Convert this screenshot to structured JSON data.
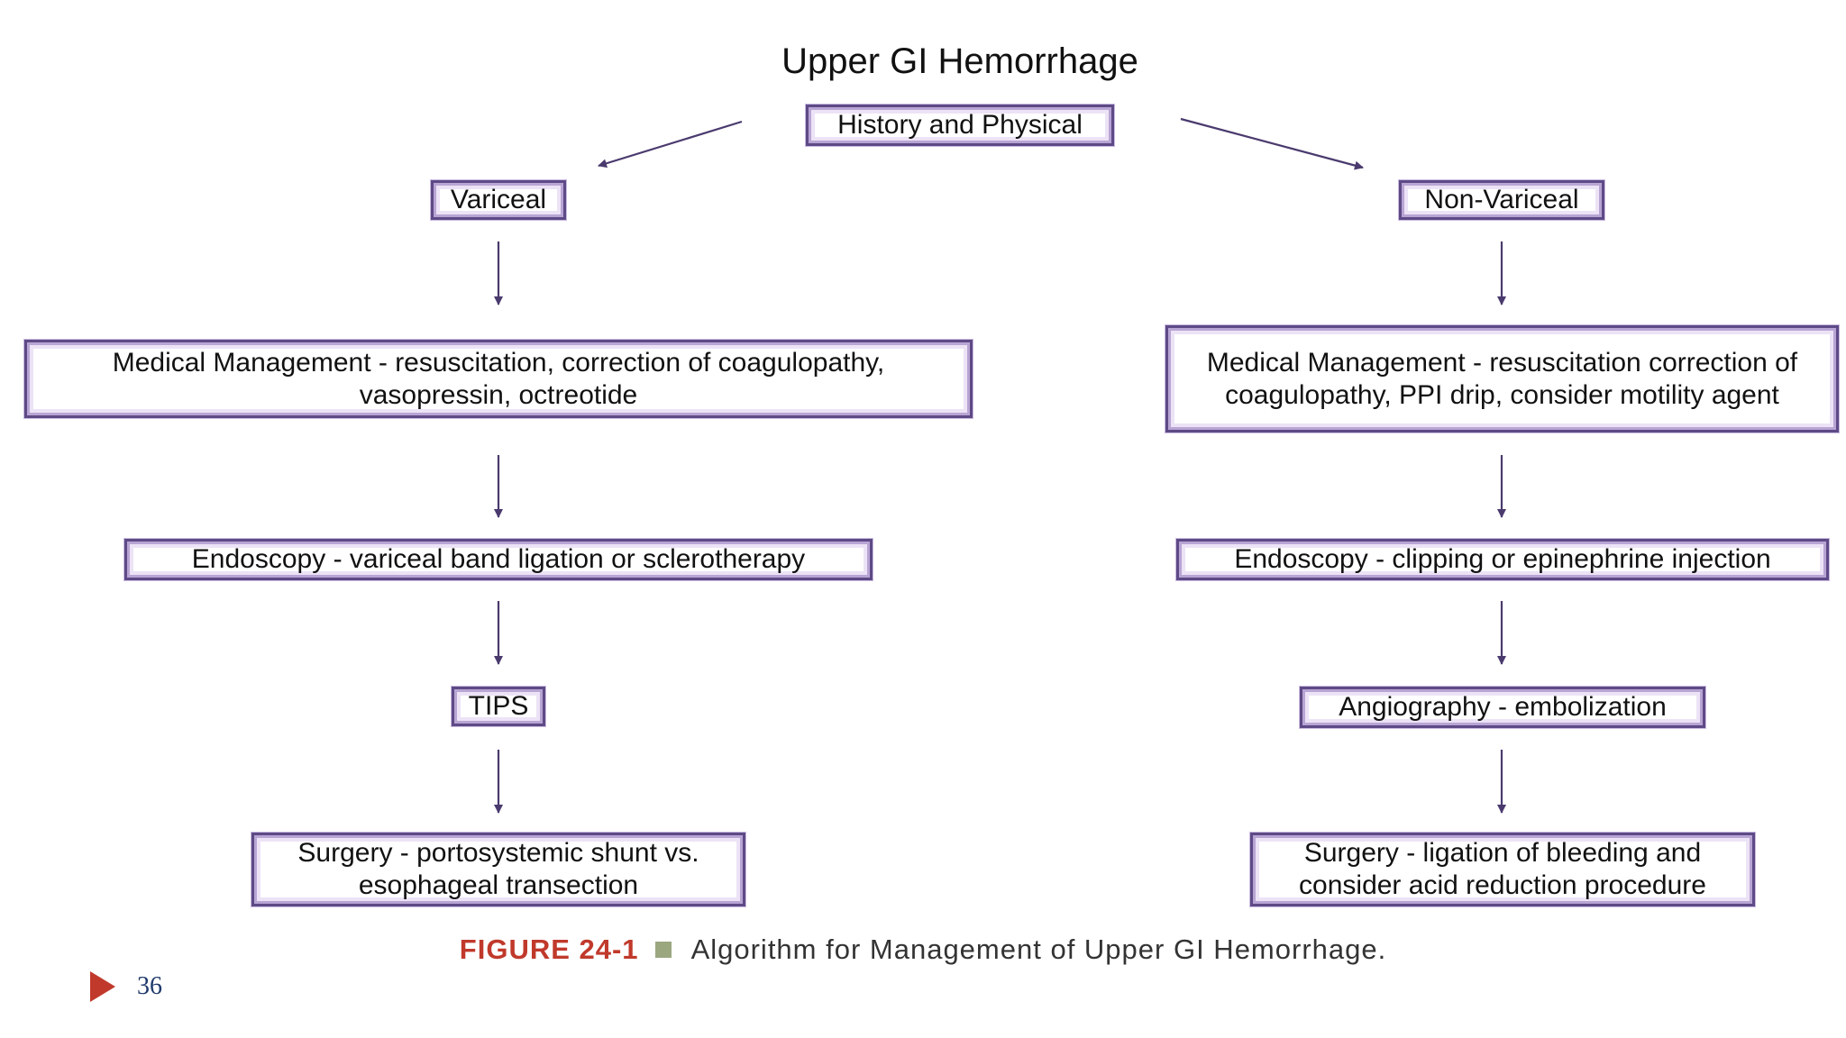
{
  "diagram": {
    "title": "Upper GI Hemorrhage",
    "root": "History and Physical",
    "variceal": {
      "header": "Variceal",
      "medical": "Medical Management - resuscitation, correction of coagulopathy, vasopressin, octreotide",
      "endoscopy": "Endoscopy - variceal band ligation or sclerotherapy",
      "tips": "TIPS",
      "surgery": "Surgery - portosystemic shunt vs. esophageal transection"
    },
    "non_variceal": {
      "header": "Non-Variceal",
      "medical": "Medical Management - resuscitation correction of coagulopathy, PPI drip, consider motility agent",
      "endoscopy": "Endoscopy - clipping or epinephrine injection",
      "angiography": "Angiography - embolization",
      "surgery": "Surgery - ligation of bleeding and consider acid reduction procedure"
    }
  },
  "caption": {
    "label": "FIGURE 24-1",
    "text": "Algorithm for Management of Upper GI Hemorrhage."
  },
  "footer": {
    "page_number": "36"
  },
  "colors": {
    "box_border": "#5e4a86",
    "arrow": "#4a3a6e",
    "caption_label": "#c0392b",
    "slide_marker": "#c0392b",
    "page_number": "#1f3a6b"
  }
}
